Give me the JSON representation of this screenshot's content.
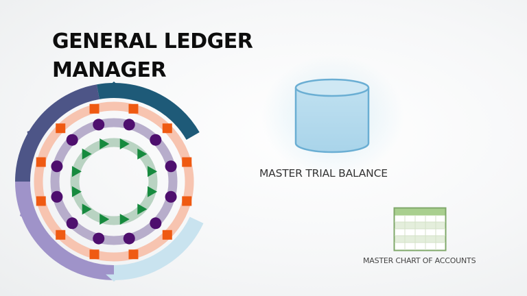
{
  "title": {
    "line1": "GENERAL LEDGER",
    "line2": "MANAGER"
  },
  "cycle_diagram": {
    "icon": "cycle-rings-icon",
    "outer_ring_segments": [
      {
        "name": "teal",
        "color": "#1e5a78"
      },
      {
        "name": "navy",
        "color": "#4d5587"
      },
      {
        "name": "lavender",
        "color": "#9f93c9"
      },
      {
        "name": "light-blue",
        "color": "#c9e3ef"
      }
    ],
    "rings": [
      {
        "name": "orange-squares",
        "ring_color": "#f7c4b0",
        "marker_color": "#ef5a12",
        "marker": "square",
        "count": 12
      },
      {
        "name": "purple-dots",
        "ring_color": "#b7adcb",
        "marker_color": "#4e0f6e",
        "marker": "circle",
        "count": 12
      },
      {
        "name": "green-arrows",
        "ring_color": "#b9d3c2",
        "marker_color": "#168a3e",
        "marker": "triangle",
        "count": 12
      }
    ]
  },
  "master_trial_balance": {
    "label": "MASTER TRIAL BALANCE",
    "icon": "database-cylinder-icon",
    "color": "#6aaed3"
  },
  "master_chart_of_accounts": {
    "label": "MASTER CHART OF ACCOUNTS",
    "icon": "table-grid-icon",
    "color": "#7fa86a"
  }
}
